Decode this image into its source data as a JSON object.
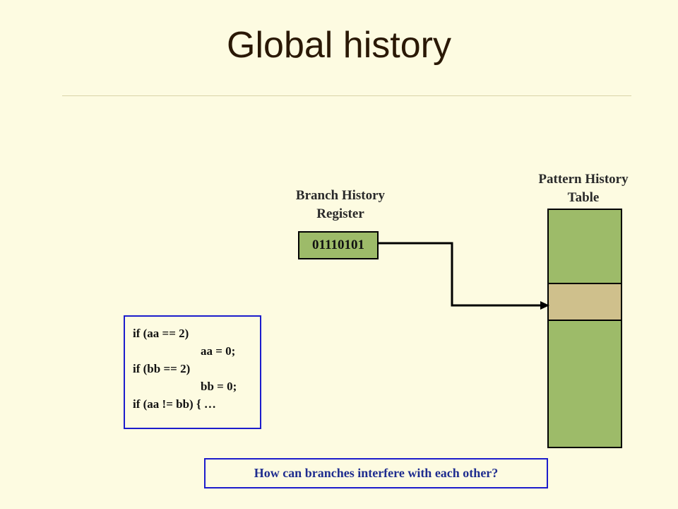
{
  "slide": {
    "title": "Global history"
  },
  "branch_history_register": {
    "label_line1": "Branch History",
    "label_line2": "Register",
    "value": "01110101"
  },
  "pattern_history_table": {
    "label_line1": "Pattern History",
    "label_line2": "Table"
  },
  "code": {
    "lines": [
      "if (aa == 2)",
      "aa = 0;",
      "if (bb == 2)",
      "bb = 0;",
      "if (aa != bb) { …"
    ]
  },
  "question": "How can branches interfere with each other?",
  "colors": {
    "background": "#fdfbe1",
    "register_fill": "#9dbb69",
    "table_fill": "#9dbb69",
    "table_entry_fill": "#cfc08c",
    "callout_border": "#1c1ccc",
    "question_text": "#1f2d8f",
    "title_text": "#2a1805"
  }
}
